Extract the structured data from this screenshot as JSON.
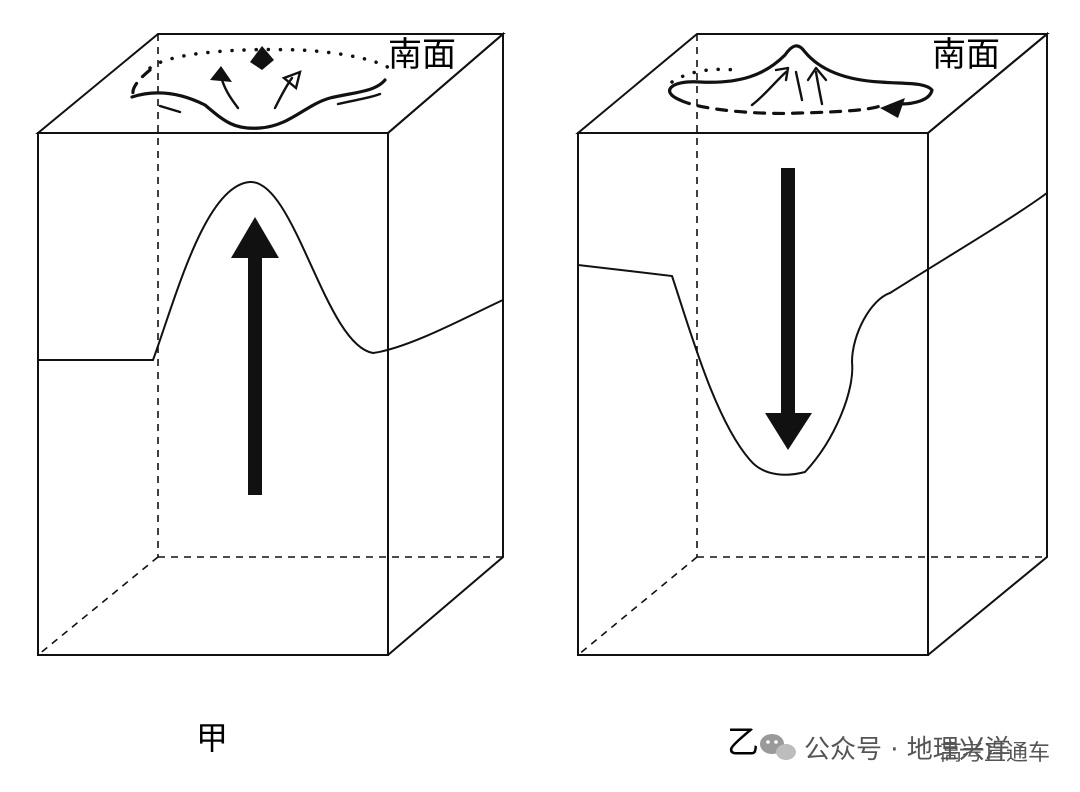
{
  "panels": [
    {
      "id": "jia",
      "caption": "甲",
      "top_face_label": "南面",
      "arrow_direction": "up"
    },
    {
      "id": "yi",
      "caption": "乙",
      "top_face_label": "南面",
      "arrow_direction": "down"
    }
  ],
  "watermark": {
    "text": "公众号 · 地理兴洋",
    "overlay_text": "高考直通车",
    "icon": "wechat-icon"
  }
}
